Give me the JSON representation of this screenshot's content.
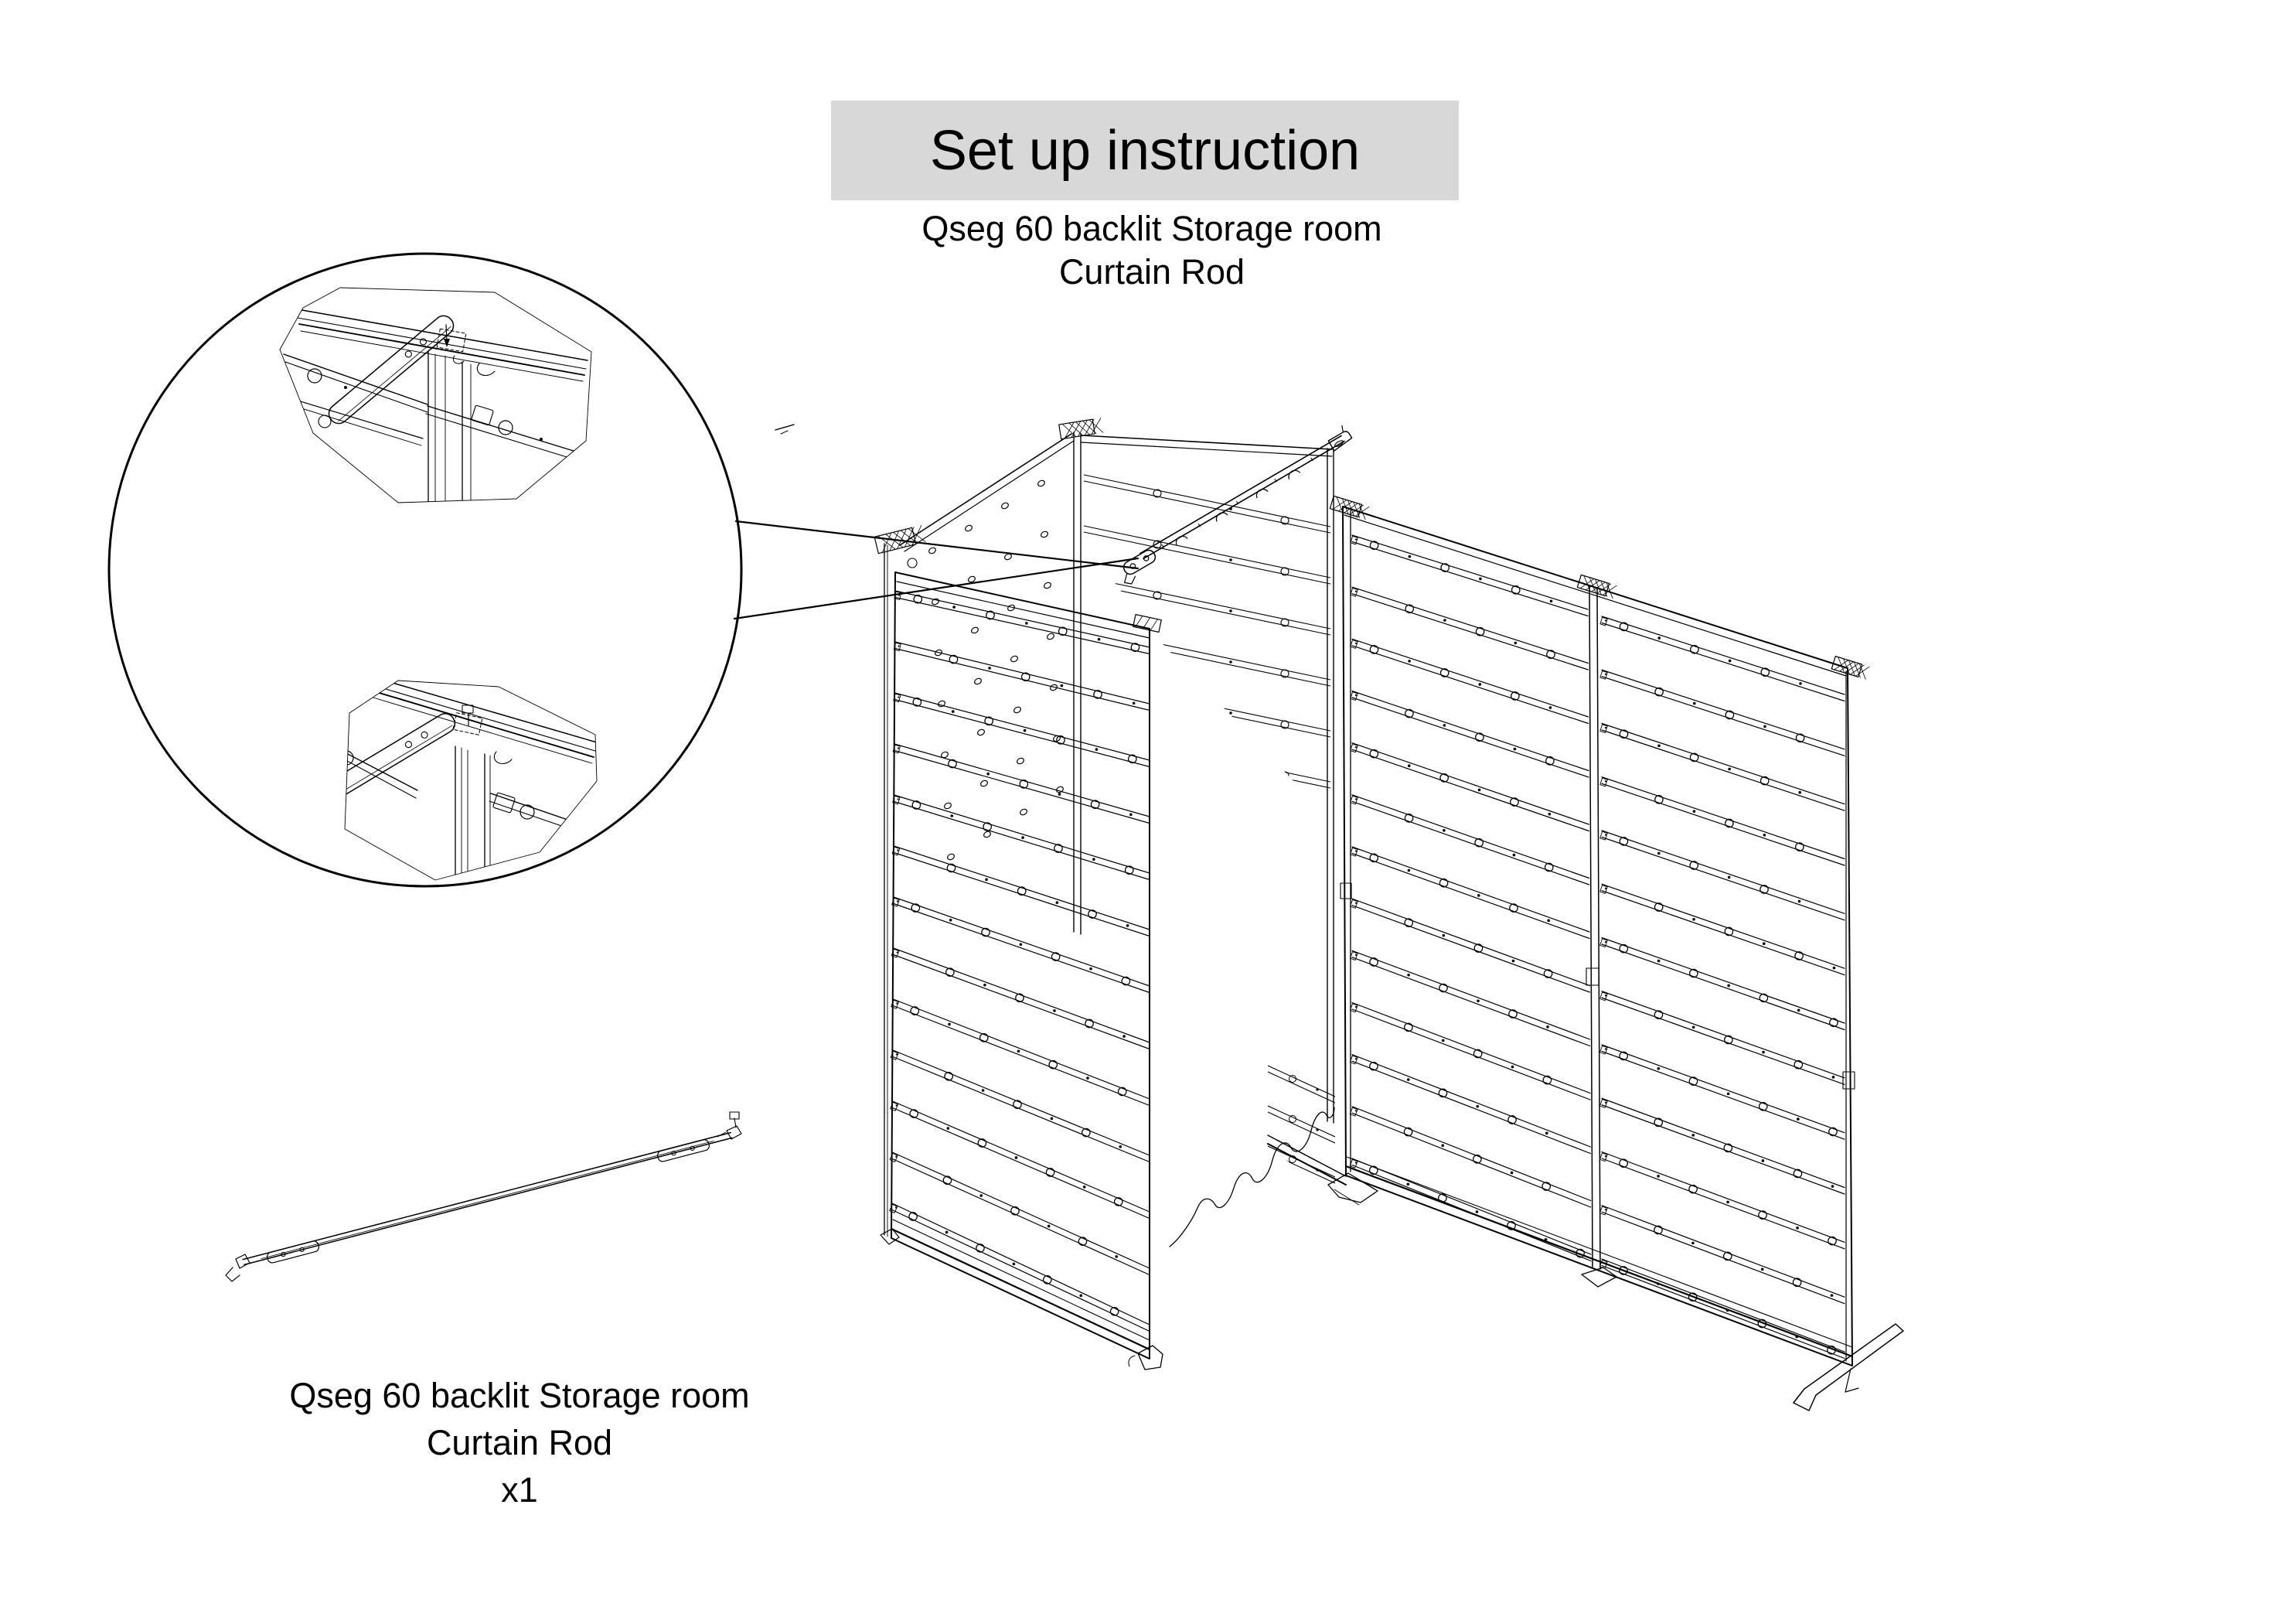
{
  "title": {
    "text": "Set up instruction"
  },
  "subtitle": {
    "line1": "Qseg 60 backlit Storage room",
    "line2": "Curtain Rod"
  },
  "part_label": {
    "line1": "Qseg 60 backlit Storage room",
    "line2": "Curtain Rod",
    "line3": "x1"
  },
  "colors": {
    "background": "#ffffff",
    "line": "#000000",
    "title_box": "#d8d8d8",
    "text": "#000000"
  },
  "diagram": {
    "callout": {
      "type": "magnified-detail-circle",
      "details": [
        "curtain-rod-bracket-before-attachment",
        "curtain-rod-bracket-attached"
      ]
    },
    "booth_panel_slat_count": 13,
    "wall_panel_slat_count": 13,
    "interior_slat_count": 6,
    "doorway_fragment_slat_count": 3,
    "back_dot_grid": {
      "cols": 4,
      "rows": 7
    },
    "rod_ring_count": 4,
    "quantity": "x1"
  }
}
